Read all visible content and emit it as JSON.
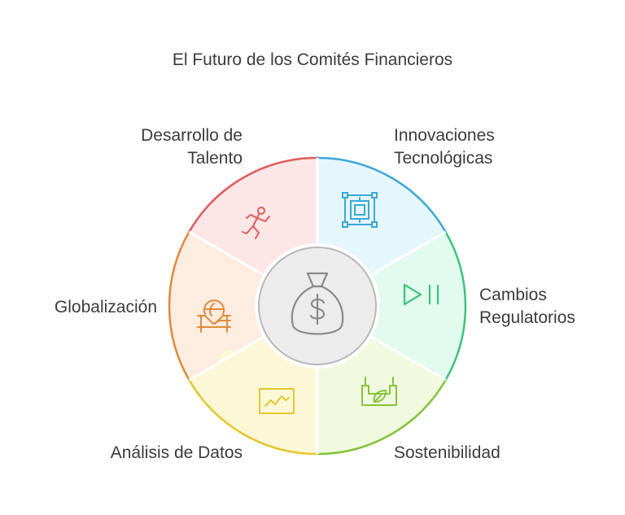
{
  "title": "El Futuro de los Comités Financieros",
  "center": {
    "icon": "money-bag-icon",
    "stroke": "#8a8a8a",
    "fill": "#ececec"
  },
  "segments": [
    {
      "id": "innovaciones",
      "label": "Innovaciones\nTecnológicas",
      "icon": "circuit-chip-icon",
      "color": "#3aa8d8",
      "fill": "#e6f6fd"
    },
    {
      "id": "cambios",
      "label": "Cambios\nRegulatorios",
      "icon": "play-pause-icon",
      "color": "#3cc47a",
      "fill": "#e3faee"
    },
    {
      "id": "sostenibilidad",
      "label": "Sostenibilidad",
      "icon": "factory-leaf-icon",
      "color": "#84c43a",
      "fill": "#f1fadf"
    },
    {
      "id": "analisis",
      "label": "Análisis de Datos",
      "icon": "chart-monitor-icon",
      "color": "#e2c82e",
      "fill": "#fcf7d6"
    },
    {
      "id": "globalizacion",
      "label": "Globalización",
      "icon": "globe-handshake-icon",
      "color": "#e08a3a",
      "fill": "#fdece0"
    },
    {
      "id": "talento",
      "label": "Desarrollo de\nTalento",
      "icon": "running-person-icon",
      "color": "#e05a5a",
      "fill": "#fde6e6"
    }
  ]
}
